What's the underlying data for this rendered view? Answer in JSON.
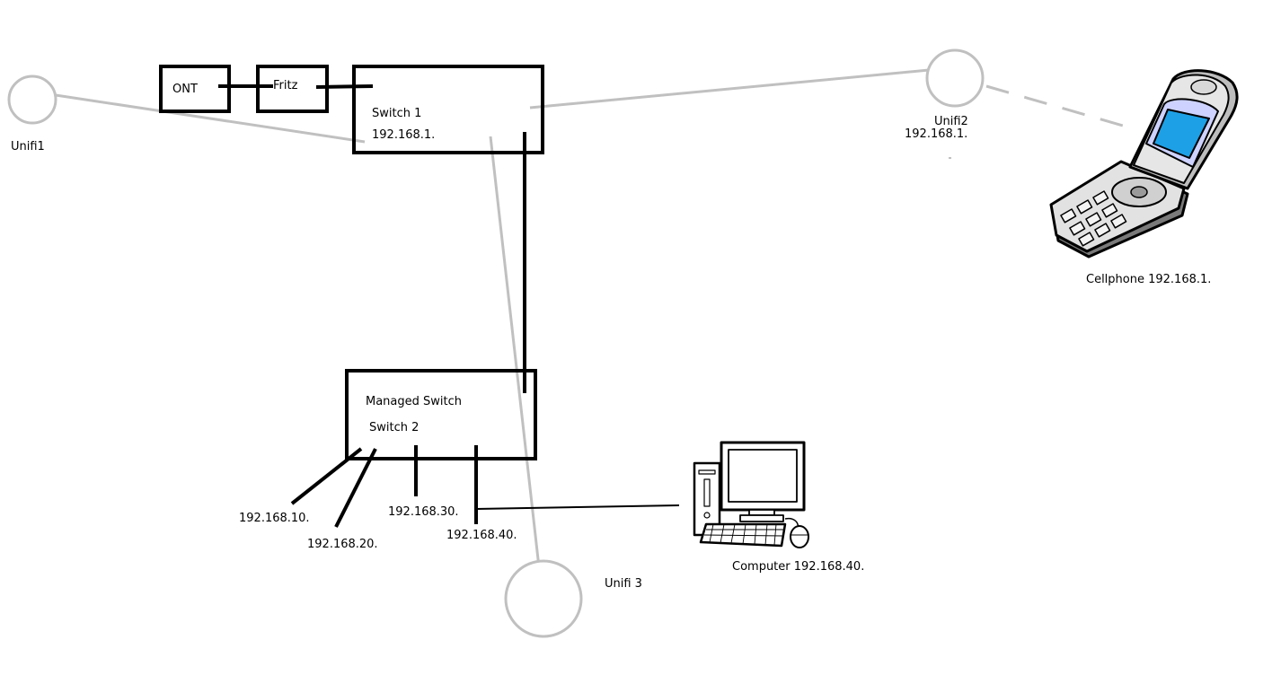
{
  "colors": {
    "wired": "#000000",
    "wireless": "#c0c0c0",
    "background": "#ffffff",
    "phone_screen": "#1ea0e6",
    "phone_body": "#e2e2e2"
  },
  "nodes": {
    "ont": "ONT",
    "fritz": "Fritz",
    "switch1_name": "Switch 1",
    "switch1_ip": "192.168.1.",
    "unifi1": "Unifi1",
    "unifi2_name": "Unifi2",
    "unifi2_ip": "192.168.1.",
    "unifi3": "Unifi 3",
    "cellphone": "Cellphone 192.168.1.",
    "managed_switch": "Managed Switch",
    "switch2": "Switch 2",
    "port_10": "192.168.10.",
    "port_20": "192.168.20.",
    "port_30": "192.168.30.",
    "port_40": "192.168.40.",
    "computer": "Computer 192.168.40."
  },
  "icons": {
    "access_point": "circle",
    "cellphone": "flip-phone-icon",
    "computer": "desktop-computer-icon"
  }
}
